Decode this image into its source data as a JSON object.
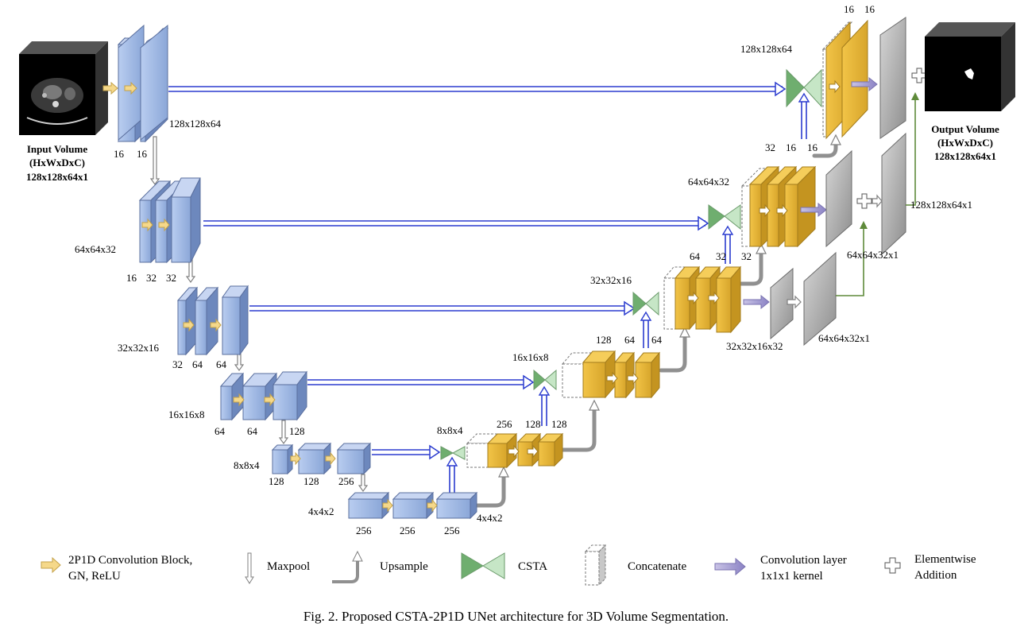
{
  "input": {
    "title": "Input Volume",
    "format": "(HxWxDxC)",
    "size": "128x128x64x1"
  },
  "output": {
    "title": "Output Volume",
    "format": "(HxWxDxC)",
    "size": "128x128x64x1"
  },
  "encoder": {
    "level1": {
      "dims": "128x128x64",
      "channels": [
        "16",
        "16"
      ]
    },
    "level2": {
      "dims": "64x64x32",
      "channels": [
        "16",
        "32",
        "32"
      ]
    },
    "level3": {
      "dims": "32x32x16",
      "channels": [
        "32",
        "64",
        "64"
      ]
    },
    "level4": {
      "dims": "16x16x8",
      "channels": [
        "64",
        "64",
        "128"
      ]
    },
    "level5": {
      "dims": "8x8x4",
      "channels": [
        "128",
        "128",
        "256"
      ]
    },
    "bottleneck": {
      "dims": "4x4x2",
      "out_dims": "4x4x2",
      "channels": [
        "256",
        "256",
        "256"
      ]
    }
  },
  "decoder": {
    "level5": {
      "csta_dims": "8x8x4",
      "channels": [
        "256",
        "128",
        "128"
      ]
    },
    "level4": {
      "csta_dims": "16x16x8",
      "channels": [
        "128",
        "64",
        "64"
      ]
    },
    "level3": {
      "csta_dims": "32x32x16",
      "channels": [
        "64",
        "32",
        "32"
      ]
    },
    "level2": {
      "csta_dims": "64x64x32",
      "channels": [
        "32",
        "16",
        "16"
      ]
    },
    "level1": {
      "csta_dims": "128x128x64",
      "channels": [
        "16",
        "16"
      ]
    }
  },
  "deep_supervision": {
    "d3_dims": "32x32x16x32",
    "d3_out_dims": "64x64x32x1",
    "d2_out_dims": "64x64x32x1",
    "d1_out_dims": "128x128x64x1"
  },
  "legend": {
    "conv_block": [
      "2P1D Convolution Block,",
      "GN, ReLU"
    ],
    "maxpool": "Maxpool",
    "upsample": "Upsample",
    "csta": "CSTA",
    "concatenate": "Concatenate",
    "conv1x1": [
      "Convolution layer",
      "1x1x1 kernel"
    ],
    "addition": [
      "Elementwise",
      "Addition"
    ]
  },
  "caption": "Fig. 2.  Proposed CSTA-2P1D UNet architecture for 3D Volume Segmentation.",
  "colors": {
    "encoder_blue": "#9fb8e4",
    "decoder_gold": "#e0b23a",
    "csta_green": "#8cc48c",
    "output_gray": "#a8a8a8",
    "skip_line": "#2b3ccf",
    "supervision_green": "#5e8a3a"
  }
}
